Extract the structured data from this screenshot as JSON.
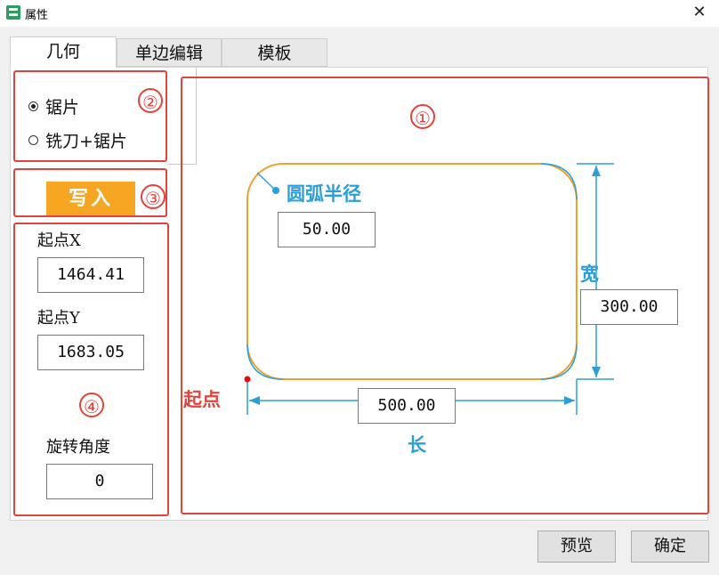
{
  "window": {
    "title": "属性",
    "close_glyph": "✕"
  },
  "tabs": [
    {
      "label": "几何",
      "active": true
    },
    {
      "label": "单边编辑",
      "active": false
    },
    {
      "label": "模板",
      "active": false
    }
  ],
  "markers": {
    "m1": "①",
    "m2": "②",
    "m3": "③",
    "m4": "④"
  },
  "mode": {
    "options": [
      {
        "label": "锯片",
        "checked": true
      },
      {
        "label": "铣刀+锯片",
        "checked": false
      }
    ]
  },
  "write_button": {
    "label": "写入"
  },
  "start": {
    "x_label": "起点X",
    "x_value": "1464.41",
    "y_label": "起点Y",
    "y_value": "1683.05"
  },
  "rotation": {
    "label": "旋转角度",
    "value": "0"
  },
  "diagram": {
    "radius_label": "圆弧半径",
    "radius_value": "50.00",
    "width_label": "宽",
    "width_value": "300.00",
    "length_label": "长",
    "length_value": "500.00",
    "origin_label": "起点"
  },
  "colors": {
    "accent_red": "#e0443c",
    "orange": "#f7a623",
    "blue": "#2a9fd8",
    "shape": "#f0a030"
  },
  "buttons": {
    "preview": "预览",
    "confirm": "确定"
  }
}
